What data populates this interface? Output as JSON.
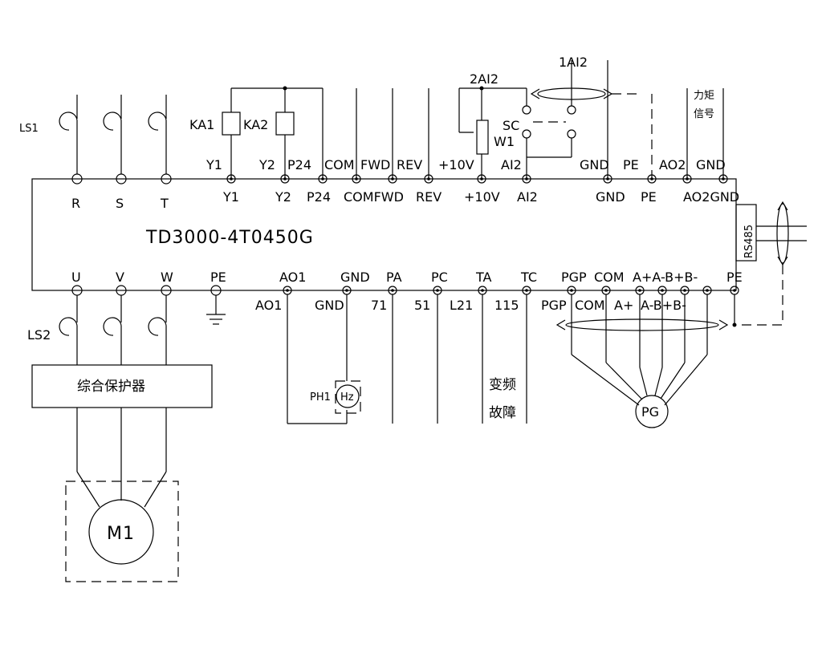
{
  "model": "TD3000-4T0450G",
  "breakers": {
    "input": "LS1",
    "output": "LS2"
  },
  "relays": [
    "KA1",
    "KA2"
  ],
  "input_terminals": [
    "R",
    "S",
    "T"
  ],
  "output_terminals": [
    "U",
    "V",
    "W",
    "PE"
  ],
  "top_wire_labels": [
    "Y1",
    "Y2",
    "P24",
    "COM",
    "FWD",
    "REV",
    "+10V",
    "AI2",
    "GND",
    "PE",
    "AO2",
    "GND"
  ],
  "top_inner_labels": [
    "Y1",
    "Y2",
    "P24",
    "COMFWD",
    "REV",
    "+10V",
    "AI2",
    "GND",
    "PE",
    "AO2GND"
  ],
  "bottom_wire_labels": [
    "AO1",
    "GND",
    "PA",
    "PC",
    "TA",
    "TC",
    "PGP",
    "COM",
    "A+A-B+B-",
    "PE"
  ],
  "bottom_inner_labels": [
    "AO1",
    "GND",
    "71",
    "51",
    "L21",
    "115",
    "PGP",
    "COM",
    "A+",
    "A-B+B-"
  ],
  "analog_inputs": [
    "2AI2",
    "1AI2"
  ],
  "switch": "SC",
  "potentiometer": "W1",
  "torque_signal": [
    "力矩",
    "信号"
  ],
  "comm_port": "RS485",
  "protector": "综合保护器",
  "motor": "M1",
  "meter": {
    "label": "PH1",
    "unit": "Hz"
  },
  "fault_label": [
    "变频",
    "故障"
  ],
  "encoder": "PG"
}
